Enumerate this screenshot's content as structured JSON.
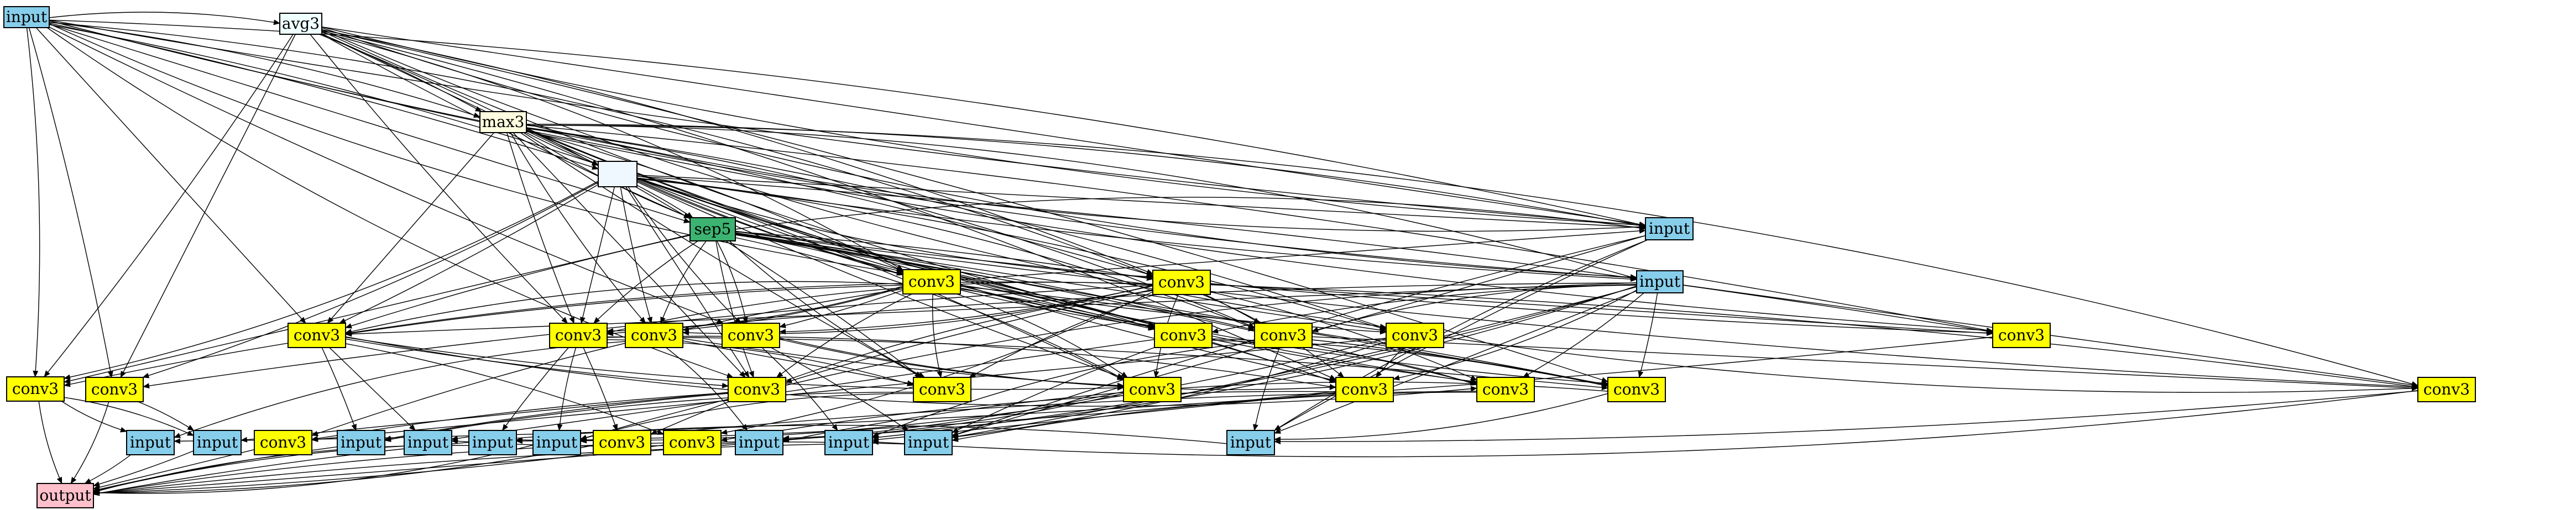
{
  "diagram": {
    "colors": {
      "input": "#87ceeb",
      "output": "#ffc0cb",
      "avg3": "#f0ffff",
      "max3": "#fffee0",
      "blank": "#f0f8ff",
      "sep5": "#3cb371",
      "conv3": "#ffff00"
    },
    "nodes": [
      {
        "id": "in0",
        "label": "input",
        "type": "input"
      },
      {
        "id": "avg",
        "label": "avg3",
        "type": "avg3"
      },
      {
        "id": "max",
        "label": "max3",
        "type": "max3"
      },
      {
        "id": "blank",
        "label": "",
        "type": "blank"
      },
      {
        "id": "sep",
        "label": "sep5",
        "type": "sep5"
      },
      {
        "id": "inR1",
        "label": "input",
        "type": "input"
      },
      {
        "id": "inR2",
        "label": "input",
        "type": "input"
      },
      {
        "id": "c1",
        "label": "conv3",
        "type": "conv3"
      },
      {
        "id": "c2",
        "label": "conv3",
        "type": "conv3"
      },
      {
        "id": "c3",
        "label": "conv3",
        "type": "conv3"
      },
      {
        "id": "c4",
        "label": "conv3",
        "type": "conv3"
      },
      {
        "id": "c5",
        "label": "conv3",
        "type": "conv3"
      },
      {
        "id": "c6",
        "label": "conv3",
        "type": "conv3"
      },
      {
        "id": "c7",
        "label": "conv3",
        "type": "conv3"
      },
      {
        "id": "c8",
        "label": "conv3",
        "type": "conv3"
      },
      {
        "id": "c9",
        "label": "conv3",
        "type": "conv3"
      },
      {
        "id": "c10",
        "label": "conv3",
        "type": "conv3"
      },
      {
        "id": "c11",
        "label": "conv3",
        "type": "conv3"
      },
      {
        "id": "c12",
        "label": "conv3",
        "type": "conv3"
      },
      {
        "id": "c13",
        "label": "conv3",
        "type": "conv3"
      },
      {
        "id": "c14",
        "label": "conv3",
        "type": "conv3"
      },
      {
        "id": "c15",
        "label": "conv3",
        "type": "conv3"
      },
      {
        "id": "c16",
        "label": "conv3",
        "type": "conv3"
      },
      {
        "id": "c17",
        "label": "conv3",
        "type": "conv3"
      },
      {
        "id": "c18",
        "label": "conv3",
        "type": "conv3"
      },
      {
        "id": "c19",
        "label": "conv3",
        "type": "conv3"
      },
      {
        "id": "c20",
        "label": "conv3",
        "type": "conv3"
      },
      {
        "id": "b1",
        "label": "input",
        "type": "input"
      },
      {
        "id": "b2",
        "label": "input",
        "type": "input"
      },
      {
        "id": "b3",
        "label": "conv3",
        "type": "conv3"
      },
      {
        "id": "b4",
        "label": "input",
        "type": "input"
      },
      {
        "id": "b5",
        "label": "input",
        "type": "input"
      },
      {
        "id": "b6",
        "label": "input",
        "type": "input"
      },
      {
        "id": "b7",
        "label": "input",
        "type": "input"
      },
      {
        "id": "b8",
        "label": "conv3",
        "type": "conv3"
      },
      {
        "id": "b9",
        "label": "conv3",
        "type": "conv3"
      },
      {
        "id": "b10",
        "label": "input",
        "type": "input"
      },
      {
        "id": "b11",
        "label": "input",
        "type": "input"
      },
      {
        "id": "b12",
        "label": "input",
        "type": "input"
      },
      {
        "id": "b13",
        "label": "input",
        "type": "input"
      },
      {
        "id": "out",
        "label": "output",
        "type": "output"
      }
    ],
    "edges": [
      [
        "in0",
        "avg"
      ],
      [
        "in0",
        "max"
      ],
      [
        "in0",
        "blank"
      ],
      [
        "in0",
        "sep"
      ],
      [
        "in0",
        "inR1"
      ],
      [
        "in0",
        "inR2"
      ],
      [
        "in0",
        "c1"
      ],
      [
        "in0",
        "c2"
      ],
      [
        "in0",
        "c3"
      ],
      [
        "in0",
        "c4"
      ],
      [
        "in0",
        "c5"
      ],
      [
        "in0",
        "c8"
      ],
      [
        "in0",
        "c12"
      ],
      [
        "in0",
        "c13"
      ],
      [
        "in0",
        "c15"
      ],
      [
        "in0",
        "c20"
      ],
      [
        "avg",
        "max"
      ],
      [
        "avg",
        "blank"
      ],
      [
        "avg",
        "sep"
      ],
      [
        "avg",
        "inR1"
      ],
      [
        "avg",
        "inR2"
      ],
      [
        "avg",
        "c1"
      ],
      [
        "avg",
        "c2"
      ],
      [
        "avg",
        "c3"
      ],
      [
        "avg",
        "c4"
      ],
      [
        "avg",
        "c6"
      ],
      [
        "avg",
        "c9"
      ],
      [
        "avg",
        "c11"
      ],
      [
        "avg",
        "c14"
      ],
      [
        "avg",
        "c16"
      ],
      [
        "avg",
        "c18"
      ],
      [
        "avg",
        "c20"
      ],
      [
        "max",
        "blank"
      ],
      [
        "max",
        "sep"
      ],
      [
        "max",
        "inR1"
      ],
      [
        "max",
        "inR2"
      ],
      [
        "max",
        "c1"
      ],
      [
        "max",
        "c2"
      ],
      [
        "max",
        "c5"
      ],
      [
        "max",
        "c6"
      ],
      [
        "max",
        "c7"
      ],
      [
        "max",
        "c9"
      ],
      [
        "max",
        "c10"
      ],
      [
        "max",
        "c11"
      ],
      [
        "max",
        "c12"
      ],
      [
        "max",
        "c13"
      ],
      [
        "max",
        "c14"
      ],
      [
        "max",
        "c16"
      ],
      [
        "max",
        "c17"
      ],
      [
        "max",
        "c19"
      ],
      [
        "max",
        "c20"
      ],
      [
        "blank",
        "sep"
      ],
      [
        "blank",
        "inR1"
      ],
      [
        "blank",
        "inR2"
      ],
      [
        "blank",
        "c1"
      ],
      [
        "blank",
        "c2"
      ],
      [
        "blank",
        "c3"
      ],
      [
        "blank",
        "c4"
      ],
      [
        "blank",
        "c5"
      ],
      [
        "blank",
        "c6"
      ],
      [
        "blank",
        "c7"
      ],
      [
        "blank",
        "c8"
      ],
      [
        "blank",
        "c9"
      ],
      [
        "blank",
        "c10"
      ],
      [
        "blank",
        "c11"
      ],
      [
        "blank",
        "c12"
      ],
      [
        "blank",
        "c13"
      ],
      [
        "blank",
        "c15"
      ],
      [
        "blank",
        "c17"
      ],
      [
        "blank",
        "c18"
      ],
      [
        "sep",
        "inR1"
      ],
      [
        "sep",
        "c1"
      ],
      [
        "sep",
        "c2"
      ],
      [
        "sep",
        "c3"
      ],
      [
        "sep",
        "c5"
      ],
      [
        "sep",
        "c6"
      ],
      [
        "sep",
        "c7"
      ],
      [
        "sep",
        "c8"
      ],
      [
        "sep",
        "c9"
      ],
      [
        "sep",
        "c10"
      ],
      [
        "sep",
        "c11"
      ],
      [
        "sep",
        "c12"
      ],
      [
        "sep",
        "c13"
      ],
      [
        "sep",
        "c14"
      ],
      [
        "sep",
        "c15"
      ],
      [
        "sep",
        "c16"
      ],
      [
        "sep",
        "c17"
      ],
      [
        "sep",
        "c18"
      ],
      [
        "sep",
        "c19"
      ],
      [
        "c1",
        "c3"
      ],
      [
        "c1",
        "c5"
      ],
      [
        "c1",
        "c6"
      ],
      [
        "c1",
        "c7"
      ],
      [
        "c1",
        "c8"
      ],
      [
        "c1",
        "c9"
      ],
      [
        "c1",
        "c11"
      ],
      [
        "c1",
        "c13"
      ],
      [
        "c1",
        "c14"
      ],
      [
        "c1",
        "c15"
      ],
      [
        "c1",
        "c16"
      ],
      [
        "c1",
        "c18"
      ],
      [
        "c1",
        "c20"
      ],
      [
        "c2",
        "c4"
      ],
      [
        "c2",
        "c5"
      ],
      [
        "c2",
        "c6"
      ],
      [
        "c2",
        "c7"
      ],
      [
        "c2",
        "c8"
      ],
      [
        "c2",
        "c10"
      ],
      [
        "c2",
        "c12"
      ],
      [
        "c2",
        "c13"
      ],
      [
        "c2",
        "c14"
      ],
      [
        "c2",
        "c15"
      ],
      [
        "c2",
        "c16"
      ],
      [
        "c2",
        "c17"
      ],
      [
        "c2",
        "c19"
      ],
      [
        "inR2",
        "c5"
      ],
      [
        "inR2",
        "c6"
      ],
      [
        "inR2",
        "c9"
      ],
      [
        "inR2",
        "c10"
      ],
      [
        "inR2",
        "c16"
      ],
      [
        "inR2",
        "c17"
      ],
      [
        "inR2",
        "c18"
      ],
      [
        "inR2",
        "c19"
      ],
      [
        "c5",
        "c13"
      ],
      [
        "c5",
        "c15"
      ],
      [
        "c5",
        "c17"
      ],
      [
        "c6",
        "c14"
      ],
      [
        "c6",
        "c16"
      ],
      [
        "c6",
        "c18"
      ],
      [
        "c7",
        "c14"
      ],
      [
        "c7",
        "c15"
      ],
      [
        "c8",
        "c15"
      ],
      [
        "c8",
        "c16"
      ],
      [
        "c9",
        "c17"
      ],
      [
        "c9",
        "c18"
      ],
      [
        "c10",
        "c18"
      ],
      [
        "c10",
        "c19"
      ],
      [
        "c11",
        "c16"
      ],
      [
        "c11",
        "c19"
      ],
      [
        "c3",
        "b1"
      ],
      [
        "c3",
        "b2"
      ],
      [
        "c4",
        "b2"
      ],
      [
        "c5",
        "b4"
      ],
      [
        "c5",
        "b5"
      ],
      [
        "c6",
        "b6"
      ],
      [
        "c6",
        "b7"
      ],
      [
        "c7",
        "b1"
      ],
      [
        "c7",
        "b10"
      ],
      [
        "c8",
        "b11"
      ],
      [
        "c8",
        "b12"
      ],
      [
        "c9",
        "b5"
      ],
      [
        "c9",
        "b12"
      ],
      [
        "c10",
        "b13"
      ],
      [
        "c10",
        "b11"
      ],
      [
        "c11",
        "b6"
      ],
      [
        "c11",
        "b12"
      ],
      [
        "c12",
        "b1"
      ],
      [
        "c13",
        "b2"
      ],
      [
        "c13",
        "b4"
      ],
      [
        "c14",
        "b4"
      ],
      [
        "c14",
        "b7"
      ],
      [
        "c15",
        "b5"
      ],
      [
        "c15",
        "b10"
      ],
      [
        "c16",
        "b6"
      ],
      [
        "c16",
        "b11"
      ],
      [
        "c17",
        "b7"
      ],
      [
        "c17",
        "b12"
      ],
      [
        "c18",
        "b10"
      ],
      [
        "c18",
        "b13"
      ],
      [
        "c19",
        "b11"
      ],
      [
        "c19",
        "b13"
      ],
      [
        "c20",
        "b12"
      ],
      [
        "c20",
        "b13"
      ],
      [
        "c1",
        "b3"
      ],
      [
        "c2",
        "b8"
      ],
      [
        "c2",
        "b9"
      ],
      [
        "c5",
        "b9"
      ],
      [
        "c6",
        "b8"
      ],
      [
        "c11",
        "b3"
      ],
      [
        "c13",
        "b3"
      ],
      [
        "c16",
        "b9"
      ],
      [
        "inR2",
        "b7"
      ],
      [
        "inR2",
        "b10"
      ],
      [
        "inR2",
        "b11"
      ],
      [
        "inR2",
        "b12"
      ],
      [
        "inR2",
        "b13"
      ],
      [
        "inR1",
        "b12"
      ],
      [
        "inR1",
        "b13"
      ],
      [
        "c3",
        "out"
      ],
      [
        "c4",
        "out"
      ],
      [
        "b1",
        "out"
      ],
      [
        "b2",
        "out"
      ],
      [
        "b3",
        "out"
      ],
      [
        "b4",
        "out"
      ],
      [
        "b5",
        "out"
      ],
      [
        "b6",
        "out"
      ],
      [
        "b7",
        "out"
      ],
      [
        "b8",
        "out"
      ],
      [
        "b9",
        "out"
      ],
      [
        "b10",
        "out"
      ],
      [
        "b11",
        "out"
      ],
      [
        "b12",
        "out"
      ],
      [
        "b13",
        "out"
      ]
    ]
  }
}
